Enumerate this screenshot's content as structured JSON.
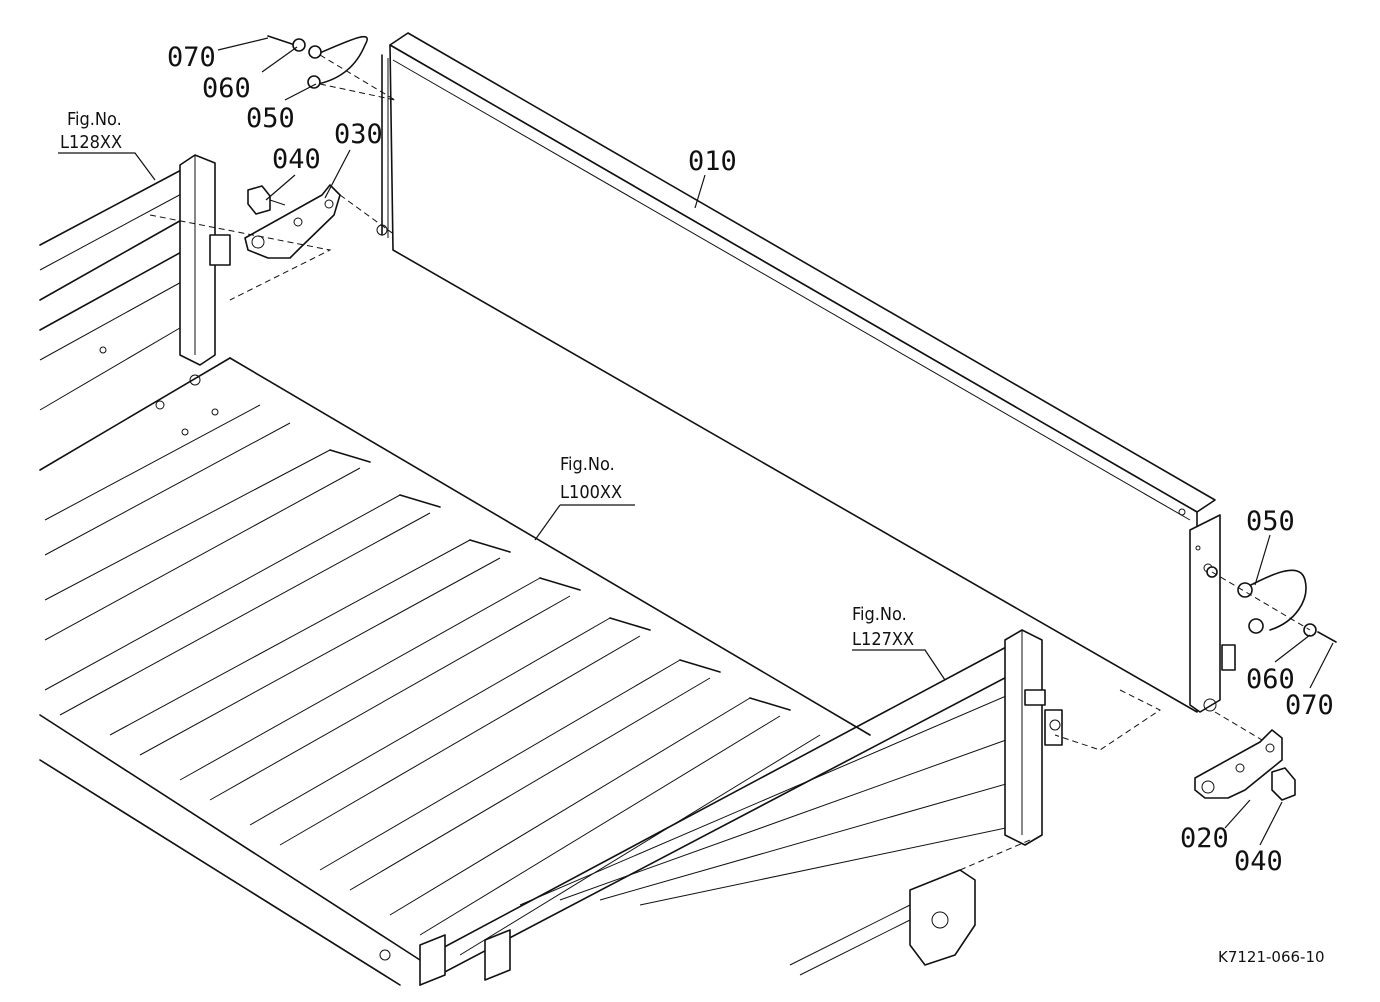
{
  "callouts": {
    "c010": "010",
    "c020": "020",
    "c030": "030",
    "c040_top": "040",
    "c040_bottom": "040",
    "c050_top": "050",
    "c050_right": "050",
    "c060_top": "060",
    "c060_right": "060",
    "c070_top": "070",
    "c070_right": "070"
  },
  "figure_refs": {
    "ref1_label": "Fig.No.",
    "ref1_number": "L128XX",
    "ref2_label": "Fig.No.",
    "ref2_number": "L100XX",
    "ref3_label": "Fig.No.",
    "ref3_number": "L127XX"
  },
  "diagram_code": "K7121-066-10"
}
